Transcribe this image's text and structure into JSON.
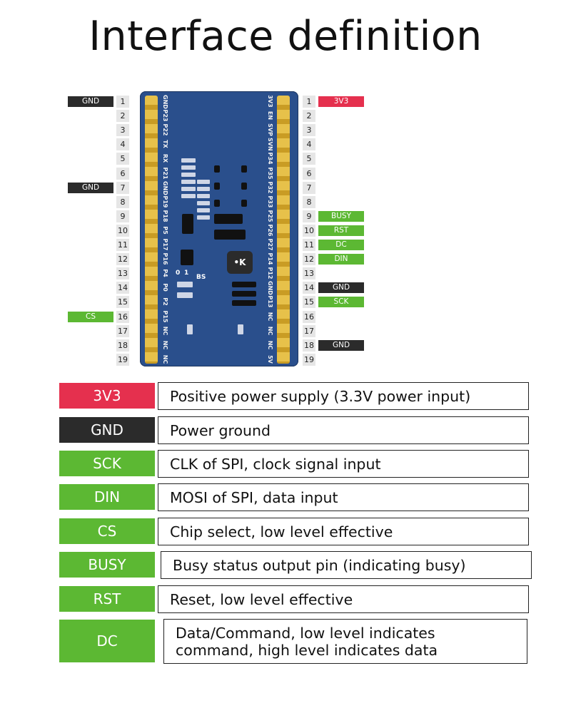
{
  "title": "Interface definition",
  "colors": {
    "red": "#e5304e",
    "dark": "#2b2b2b",
    "green": "#5cb833",
    "board": "#2a4f8c",
    "header": "#e7c14a"
  },
  "pins": {
    "numbers": [
      "1",
      "2",
      "3",
      "4",
      "5",
      "6",
      "7",
      "8",
      "9",
      "10",
      "11",
      "12",
      "13",
      "14",
      "15",
      "16",
      "17",
      "18",
      "19"
    ],
    "left_labels": [
      {
        "pin": 1,
        "text": "GND",
        "color": "dark"
      },
      {
        "pin": 7,
        "text": "GND",
        "color": "dark"
      },
      {
        "pin": 16,
        "text": "CS",
        "color": "green"
      }
    ],
    "right_labels": [
      {
        "pin": 1,
        "text": "3V3",
        "color": "red"
      },
      {
        "pin": 9,
        "text": "BUSY",
        "color": "green"
      },
      {
        "pin": 10,
        "text": "RST",
        "color": "green"
      },
      {
        "pin": 11,
        "text": "DC",
        "color": "green"
      },
      {
        "pin": 12,
        "text": "DIN",
        "color": "green"
      },
      {
        "pin": 14,
        "text": "GND",
        "color": "dark"
      },
      {
        "pin": 15,
        "text": "SCK",
        "color": "green"
      },
      {
        "pin": 18,
        "text": "GND",
        "color": "dark"
      }
    ],
    "left_silk": [
      "GND",
      "P23",
      "P22",
      "TX",
      "RX",
      "P21",
      "GND",
      "P19",
      "P18",
      "P5",
      "P17",
      "P16",
      "P4",
      "P0",
      "P2",
      "P15",
      "NC",
      "NC",
      "NC"
    ],
    "right_silk": [
      "3V3",
      "EN",
      "SVP",
      "SVN",
      "P34",
      "P35",
      "P32",
      "P33",
      "P25",
      "P26",
      "P27",
      "P14",
      "P12",
      "GND",
      "P13",
      "NC",
      "NC",
      "NC",
      "5V"
    ]
  },
  "board_marks": {
    "led": "•K",
    "bs": "BS",
    "zero": "0",
    "one": "1"
  },
  "legend": [
    {
      "tag": "3V3",
      "color": "red",
      "desc": [
        "Positive power supply (3.3V power input)"
      ]
    },
    {
      "tag": "GND",
      "color": "dark",
      "desc": [
        "Power ground"
      ]
    },
    {
      "tag": "SCK",
      "color": "green",
      "desc": [
        "CLK of SPI, clock signal input"
      ]
    },
    {
      "tag": "DIN",
      "color": "green",
      "desc": [
        "MOSI of SPI, data input"
      ]
    },
    {
      "tag": "CS",
      "color": "green",
      "desc": [
        "Chip select, low level effective"
      ]
    },
    {
      "tag": "BUSY",
      "color": "green",
      "desc": [
        "Busy status output pin (indicating busy)"
      ]
    },
    {
      "tag": "RST",
      "color": "green",
      "desc": [
        "Reset, low level effective"
      ]
    },
    {
      "tag": "DC",
      "color": "green",
      "desc": [
        "Data/Command, low level indicates",
        "command, high level indicates data"
      ]
    }
  ]
}
